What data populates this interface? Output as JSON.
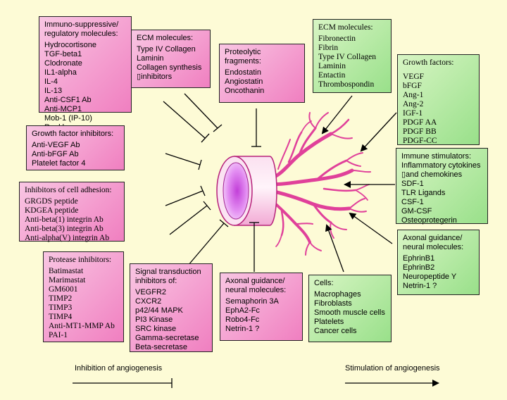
{
  "boxes": {
    "immuno": {
      "title": "Immuno-suppressive/ regulatory molecules:",
      "items": [
        "Hydrocortisone",
        "TGF-beta1",
        "Clodronate",
        "IL1-alpha",
        "IL-4",
        "IL-13",
        "Anti-CSF1 Ab",
        "Anti-MCP1",
        "Mob-1 (IP-10)",
        "Rankl"
      ]
    },
    "ecm_inhib": {
      "title": "ECM molecules:",
      "items": [
        "Type IV Collagen",
        "Laminin",
        "Collagen synthesis",
        "▯inhibitors"
      ]
    },
    "proteolytic": {
      "title": "Proteolytic fragments:",
      "items": [
        "Endostatin",
        "Angiostatin",
        "Oncothanin"
      ]
    },
    "gf_inhib": {
      "title": "Growth factor inhibitors:",
      "items": [
        "Anti-VEGF Ab",
        "Anti-bFGF Ab",
        "Platelet factor 4"
      ]
    },
    "adhesion": {
      "title": "Inhibitors of cell adhesion:",
      "items": [
        "GRGDS peptide",
        "KDGEA peptide",
        "Anti-beta(1) integrin Ab",
        "Anti-beta(3) integrin Ab",
        "Anti-alpha(V) integrin Ab"
      ]
    },
    "protease": {
      "title": "Protease inhibitors:",
      "items": [
        "Batimastat",
        "Marimastat",
        "GM6001",
        "TIMP2",
        "TIMP3",
        "TIMP4",
        "Anti-MT1-MMP Ab",
        "PAI-1"
      ]
    },
    "signal": {
      "title": "Signal transduction inhibitors of:",
      "items": [
        "VEGFR2",
        "CXCR2",
        "p42/44 MAPK",
        "PI3 Kinase",
        "SRC kinase",
        "Gamma-secretase",
        "Beta-secretase"
      ]
    },
    "axonal_inhib": {
      "title": "Axonal guidance/ neural molecules:",
      "items": [
        "Semaphorin 3A",
        "EphA2-Fc",
        "Robo4-Fc",
        "Netrin-1 ?"
      ]
    },
    "ecm_stim": {
      "title": "ECM molecules:",
      "items": [
        "Fibronectin",
        "Fibrin",
        "Type IV Collagen",
        "Laminin",
        "Entactin",
        "Thrombospondin"
      ]
    },
    "growth": {
      "title": "Growth factors:",
      "items": [
        "VEGF",
        "bFGF",
        "Ang-1",
        "Ang-2",
        "IGF-1",
        "PDGF AA",
        "PDGF BB",
        "PDGF-CC"
      ]
    },
    "immune_stim": {
      "title": "Immune stimulators:",
      "items": [
        "Inflammatory cytokines",
        "▯and chemokines",
        "SDF-1",
        "TLR Ligands",
        "CSF-1",
        "GM-CSF",
        "Osteoprotegerin"
      ]
    },
    "axonal_stim": {
      "title": "Axonal guidance/ neural molecules:",
      "items": [
        "EphrinB1",
        "EphrinB2",
        "Neuropeptide Y",
        "Netrin-1 ?"
      ]
    },
    "cells": {
      "title": "Cells:",
      "items": [
        "Macrophages",
        "Fibroblasts",
        "Smooth muscle cells",
        "Platelets",
        "Cancer cells"
      ]
    }
  },
  "footer": {
    "inhibition": "Inhibition of angiogenesis",
    "stimulation": "Stimulation of angiogenesis"
  },
  "colors": {
    "pink_box": "#f07fc0",
    "green_box": "#99e08a",
    "vessel": "#e0409a",
    "background": "#fdfbd6"
  }
}
